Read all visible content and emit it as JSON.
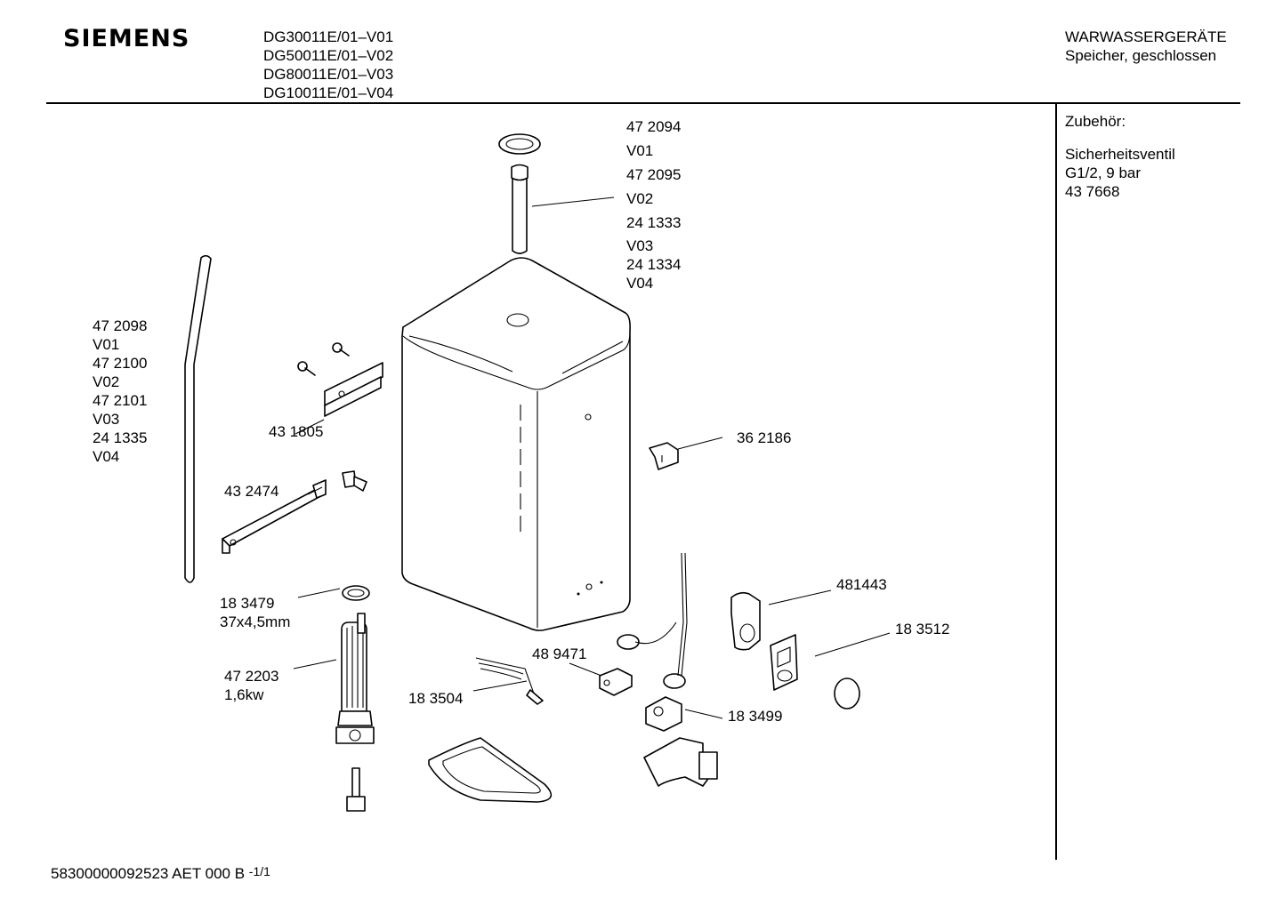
{
  "header": {
    "brand": "SIEMENS",
    "models": [
      "DG30011E/01–V01",
      "DG50011E/01–V02",
      "DG80011E/01–V03",
      "DG10011E/01–V04"
    ],
    "category": "WARWASSERGERÄTE",
    "subcategory": "Speicher, geschlossen"
  },
  "sidebar": {
    "title": "Zubehör:",
    "item_name": "Sicherheitsventil",
    "item_spec": "G1/2, 9 bar",
    "item_number": "43 7668"
  },
  "parts": {
    "pipe_top": [
      "47 2094",
      "V01",
      "47 2095",
      "V02",
      "24 1333",
      "V03",
      "24 1334",
      "V04"
    ],
    "rod_left": [
      "47 2098",
      "V01",
      "47 2100",
      "V02",
      "47 2101",
      "V03",
      "24 1335",
      "V04"
    ],
    "bracket_upper": "43 1805",
    "bracket_lower": "43 2474",
    "knob": "36 2186",
    "gasket": [
      "18 3479",
      "37x4,5mm"
    ],
    "heater": [
      "47 2203",
      "1,6kw"
    ],
    "thermostat_head": "48 9471",
    "wire": "18 3504",
    "thermostat": "18 3499",
    "cover": "481443",
    "panel": "18 3512"
  },
  "footer": {
    "doc_number": "58300000092523 AET 000 B",
    "page": "-1/1"
  }
}
